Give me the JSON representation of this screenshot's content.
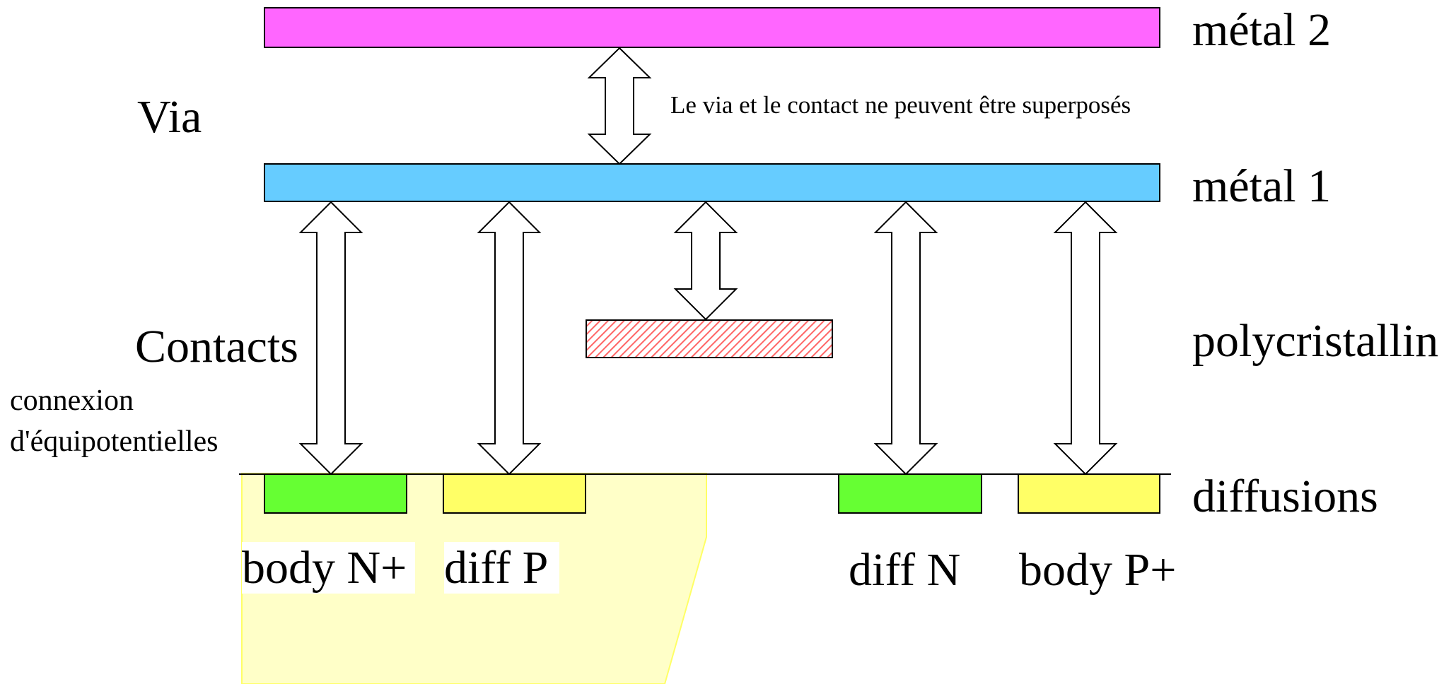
{
  "layers": {
    "metal2": "métal 2",
    "metal1": "métal 1",
    "poly": "polycristallin",
    "diffusions": "diffusions"
  },
  "levels": {
    "via": "Via",
    "contacts": "Contacts"
  },
  "note": "Le via et le contact ne peuvent être superposés",
  "connexion": [
    "connexion",
    "d'équipotentielles"
  ],
  "regions": {
    "body_n": "body N+",
    "diff_p": "diff P",
    "diff_n": "diff N",
    "body_p": "body P+"
  },
  "colors": {
    "metal2": "#ff66ff",
    "metal1": "#66ccff",
    "poly_hatch": "#ff6666",
    "diff_n": "#66ff33",
    "diff_p": "#ffff66",
    "nwell": "#ffffc8"
  }
}
